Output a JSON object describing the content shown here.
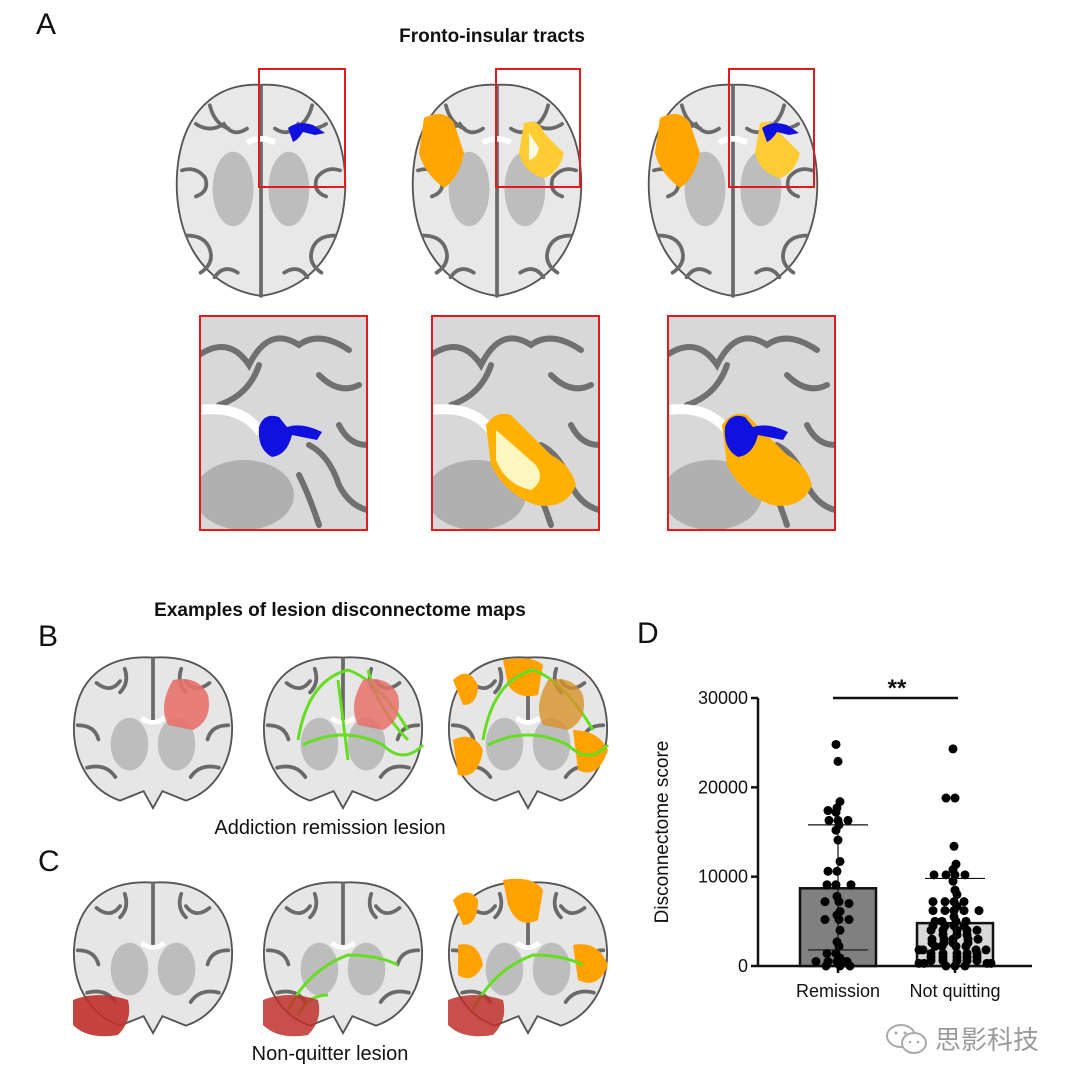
{
  "panels": {
    "A": {
      "letter": "A",
      "title": "Fronto-insular tracts"
    },
    "B": {
      "letter": "B",
      "caption": "Addiction remission lesion"
    },
    "C": {
      "letter": "C",
      "caption": "Non-quitter lesion"
    },
    "D": {
      "letter": "D"
    },
    "section_title": "Examples of lesion disconnectome maps"
  },
  "colors": {
    "frame": "#e3191c",
    "tract": "#1010e0",
    "disconnectome": "#ffb000",
    "lesion": "#e0302a",
    "streamlines": "#66dd22"
  },
  "watermark": {
    "text": "思影科技",
    "icon": "wechat-icon"
  },
  "chart_data": {
    "type": "bar",
    "title": "",
    "ylabel": "Disconnectome score",
    "xlabel": "",
    "ylim": [
      0,
      30000
    ],
    "yticks": [
      "0",
      "10000",
      "20000",
      "30000"
    ],
    "categories": [
      "Remission",
      "Not quitting"
    ],
    "values": [
      8700,
      4800
    ],
    "error_sd": [
      [
        1800,
        15800
      ],
      [
        0,
        9800
      ]
    ],
    "bar_colors": [
      "#808080",
      "#d9d9d9"
    ],
    "significance": "**",
    "points": [
      [
        24800,
        22900,
        18400,
        17700,
        17400,
        17200,
        16300,
        16300,
        16300,
        15800,
        15200,
        14100,
        11700,
        10600,
        10600,
        9100,
        9100,
        9100,
        7800,
        7200,
        7200,
        7000,
        6100,
        5700,
        5200,
        5200,
        5200,
        4000,
        2700,
        2200,
        1400,
        1400,
        900,
        500,
        500,
        500,
        500,
        0,
        0,
        0
      ],
      [
        24300,
        18800,
        18800,
        13400,
        11400,
        10800,
        10200,
        10200,
        10200,
        10200,
        9500,
        8500,
        8000,
        7200,
        7200,
        7200,
        7200,
        6700,
        6200,
        6200,
        6200,
        6200,
        6200,
        5500,
        5000,
        5000,
        5000,
        5000,
        4500,
        4500,
        4500,
        4500,
        4000,
        4000,
        4000,
        4000,
        4000,
        3500,
        3500,
        3500,
        3000,
        3000,
        3000,
        3000,
        3000,
        2600,
        2600,
        2600,
        2600,
        2200,
        2200,
        2200,
        2200,
        1800,
        1800,
        1800,
        1800,
        1400,
        1400,
        1400,
        1400,
        1400,
        1000,
        1000,
        1000,
        1000,
        1000,
        600,
        600,
        600,
        600,
        600,
        300,
        300,
        300,
        300,
        0,
        0,
        0
      ]
    ]
  }
}
